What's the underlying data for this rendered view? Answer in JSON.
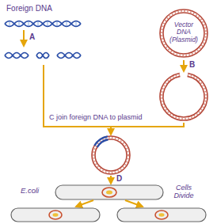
{
  "diagram": {
    "labels": [
      "Foreign DNA",
      "Vector DNA (Plasmid)",
      "A",
      "B",
      "C join foreign DNA to plasmid",
      "D",
      "E.coli",
      "Cells Divide"
    ]
  }
}
